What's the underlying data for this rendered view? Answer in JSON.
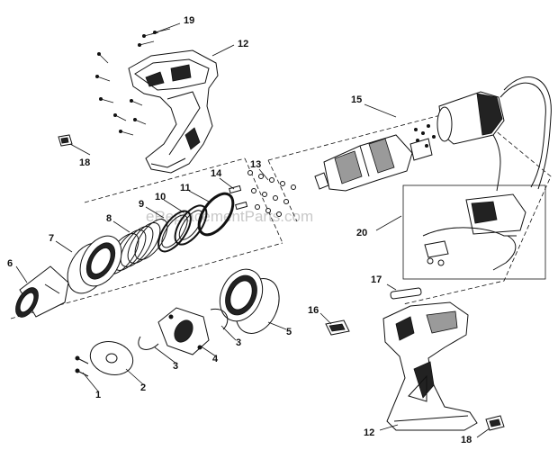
{
  "watermark": "eReplacementParts.com",
  "callouts": {
    "c1": "1",
    "c2": "2",
    "c3a": "3",
    "c3b": "3",
    "c4": "4",
    "c5": "5",
    "c6": "6",
    "c7": "7",
    "c8": "8",
    "c9": "9",
    "c10": "10",
    "c11": "11",
    "c12a": "12",
    "c12b": "12",
    "c13": "13",
    "c14": "14",
    "c15": "15",
    "c16": "16",
    "c17": "17",
    "c18a": "18",
    "c18b": "18",
    "c19": "19",
    "c20": "20"
  }
}
